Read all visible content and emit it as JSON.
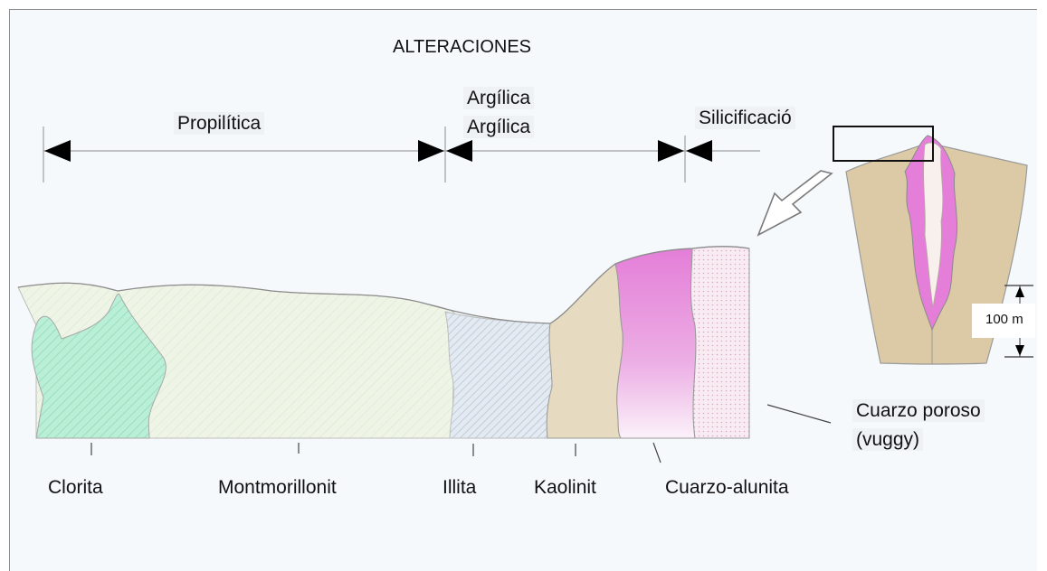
{
  "title": "ALTERACIONES",
  "zones": {
    "propilitica": "Propilítica",
    "argilica_1": "Argílica",
    "argilica_2": "Argílica",
    "silicificacion": "Silicificació"
  },
  "minerals": {
    "clorita": "Clorita",
    "montmorillonit": "Montmorillonit",
    "illita": "Illita",
    "kaolinit": "Kaolinit",
    "cuarzo_alunita": "Cuarzo-alunita"
  },
  "vuggy": {
    "line1": "Cuarzo poroso",
    "line2": "(vuggy)"
  },
  "scale_label": "100 m",
  "colors": {
    "clorita": "#b9efd6",
    "montmorillonit": "#eef5e6",
    "illita": "#e3eaf2",
    "kaolinit": "#e8dcc0",
    "cuarzo_alunita": "#e57fd8",
    "vuggy": "#f6e6ee",
    "host_rock": "#dccaa6"
  }
}
